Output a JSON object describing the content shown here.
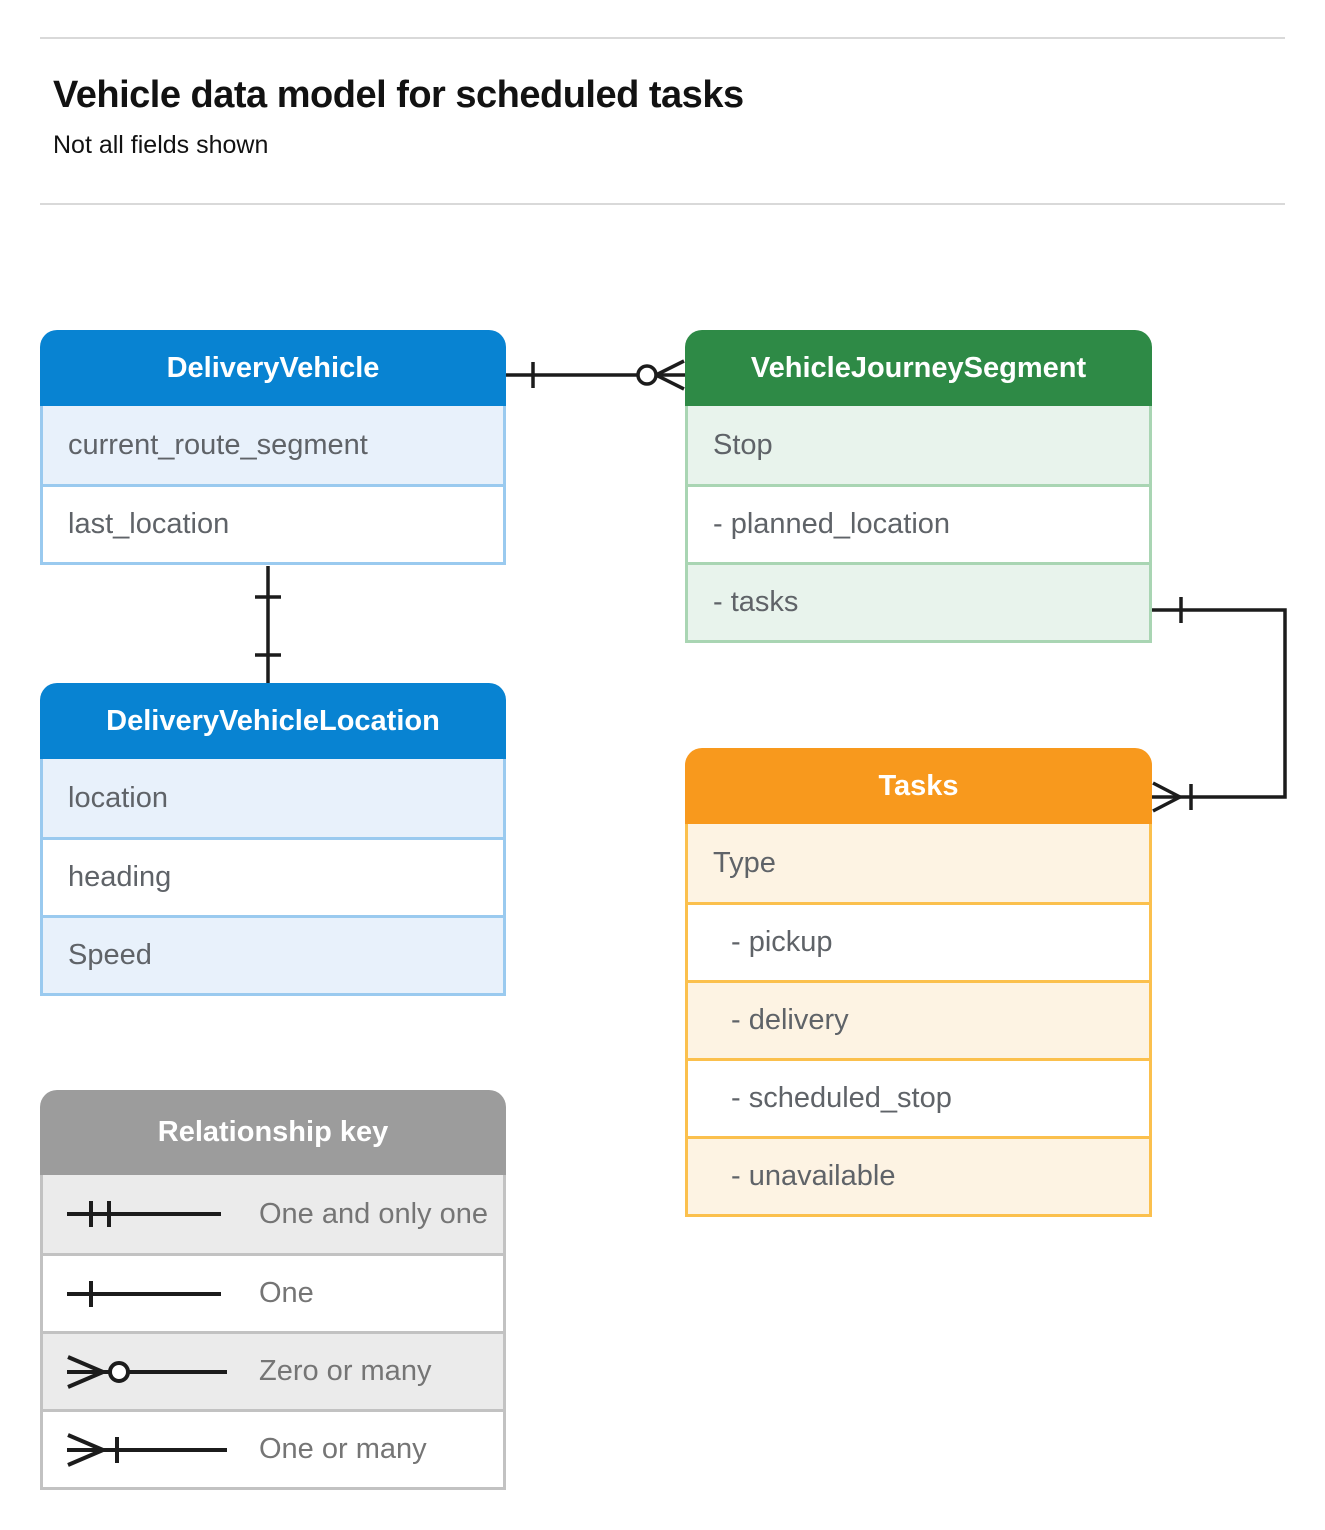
{
  "header": {
    "title": "Vehicle data model for scheduled tasks",
    "subtitle": "Not all fields shown"
  },
  "entities": {
    "delivery_vehicle": {
      "title": "DeliveryVehicle",
      "fields": [
        "current_route_segment",
        "last_location"
      ]
    },
    "vehicle_journey_segment": {
      "title": "VehicleJourneySegment",
      "fields": [
        "Stop",
        "- planned_location",
        "- tasks"
      ]
    },
    "delivery_vehicle_location": {
      "title": "DeliveryVehicleLocation",
      "fields": [
        "location",
        "heading",
        "Speed"
      ]
    },
    "tasks": {
      "title": "Tasks",
      "fields": [
        "Type",
        "- pickup",
        "- delivery",
        "- scheduled_stop",
        "- unavailable"
      ]
    }
  },
  "legend": {
    "title": "Relationship key",
    "items": [
      {
        "symbol": "one-and-only-one",
        "label": "One and only one"
      },
      {
        "symbol": "one",
        "label": "One"
      },
      {
        "symbol": "zero-or-many",
        "label": "Zero or many"
      },
      {
        "symbol": "one-or-many",
        "label": "One or many"
      }
    ]
  },
  "relationships": [
    {
      "from": "DeliveryVehicle",
      "to": "VehicleJourneySegment",
      "from_cardinality": "one",
      "to_cardinality": "zero-or-many"
    },
    {
      "from": "DeliveryVehicle",
      "to": "DeliveryVehicleLocation",
      "from_cardinality": "one",
      "to_cardinality": "one"
    },
    {
      "from": "VehicleJourneySegment.tasks",
      "to": "Tasks",
      "from_cardinality": "one",
      "to_cardinality": "one-or-many"
    }
  ],
  "colors": {
    "blue_header": "#0883d2",
    "blue_row": "#e8f1fb",
    "blue_border": "#9acaef",
    "green_header": "#2e8a46",
    "green_row": "#e8f3ec",
    "green_border": "#a9d5b3",
    "orange_header": "#f8991d",
    "orange_row": "#fdf3e3",
    "orange_border": "#fbc04d",
    "gray_header": "#9c9c9c",
    "gray_row": "#ebebeb",
    "gray_border": "#c2c2c2",
    "connector": "#1c1c1c",
    "divider": "#d9d9d9",
    "field_text": "#5f6368",
    "legend_text": "#757575"
  }
}
